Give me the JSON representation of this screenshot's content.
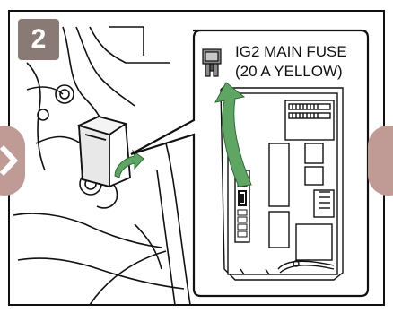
{
  "step": {
    "number": "2"
  },
  "callout": {
    "fuse_line1": "IG2 MAIN FUSE",
    "fuse_line2": "(20 A YELLOW)"
  },
  "colors": {
    "badge": "#8a7a76",
    "green_arrow": "#5fa563",
    "nav_arrow": "#c09a94",
    "outline": "#111111"
  },
  "icons": {
    "left_nav": "chevron-right-icon",
    "right_nav": "chevron-left-icon",
    "fuse": "blade-fuse-icon",
    "arrow": "curved-arrow-icon"
  }
}
